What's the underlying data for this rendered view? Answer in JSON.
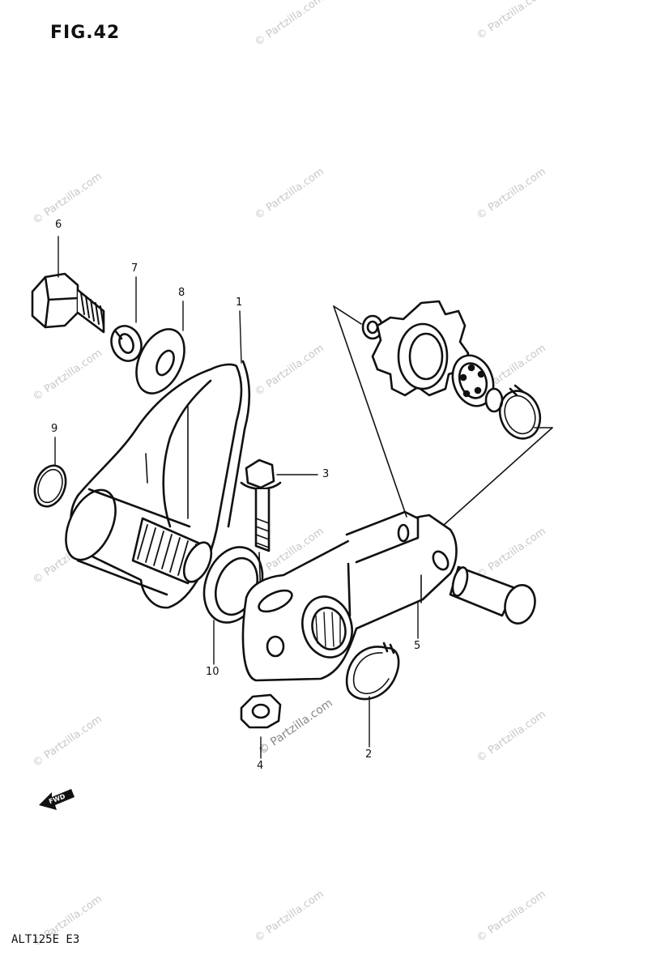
{
  "figure": {
    "title": "FIG.42",
    "model_code": "ALT125E E3"
  },
  "callouts": [
    {
      "id": "c1",
      "label": "1"
    },
    {
      "id": "c2",
      "label": "2"
    },
    {
      "id": "c3",
      "label": "3"
    },
    {
      "id": "c4",
      "label": "4"
    },
    {
      "id": "c5",
      "label": "5"
    },
    {
      "id": "c6",
      "label": "6"
    },
    {
      "id": "c7",
      "label": "7"
    },
    {
      "id": "c8",
      "label": "8"
    },
    {
      "id": "c9",
      "label": "9"
    },
    {
      "id": "c10",
      "label": "10"
    }
  ],
  "watermark": {
    "text": "© Partzilla.com"
  },
  "fwd_label": "FWD",
  "colors": {
    "ink": "#111111",
    "watermark": "#c8c8c8"
  }
}
